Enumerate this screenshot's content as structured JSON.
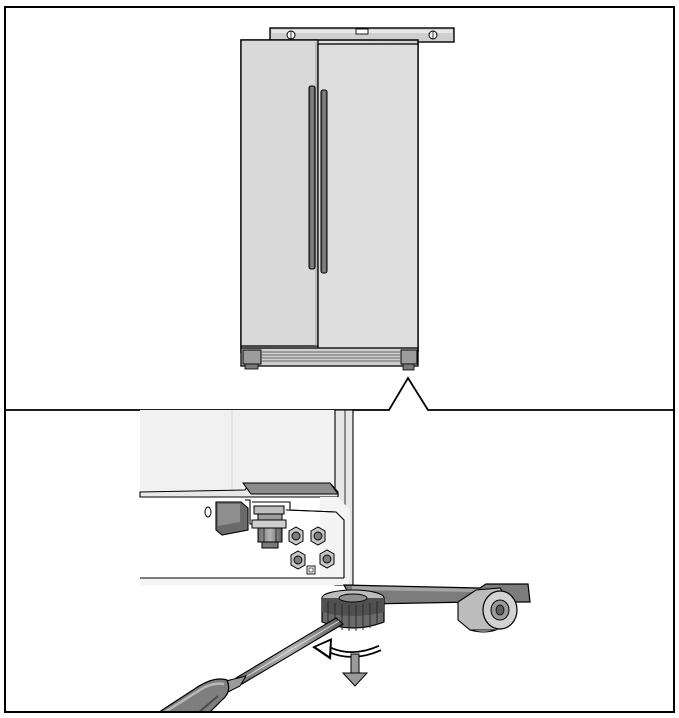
{
  "figure": {
    "type": "installation-illustration",
    "panels": [
      "refrigerator-leveling-overview",
      "leveling-foot-detail"
    ],
    "colors": {
      "outline": "#000000",
      "cabinet": "#dcdcdc",
      "cabinet_shade": "#c8c8c8",
      "handle": "#6e6e6e",
      "metal": "#a9a9a9",
      "dark_metal": "#4a4a4a",
      "bracket": "#e9e9e9",
      "arrow": "#9a9a9a"
    },
    "icons": [
      "spirit-level-icon",
      "screwdriver-icon",
      "rotate-arrow-icon",
      "down-arrow-icon"
    ]
  }
}
